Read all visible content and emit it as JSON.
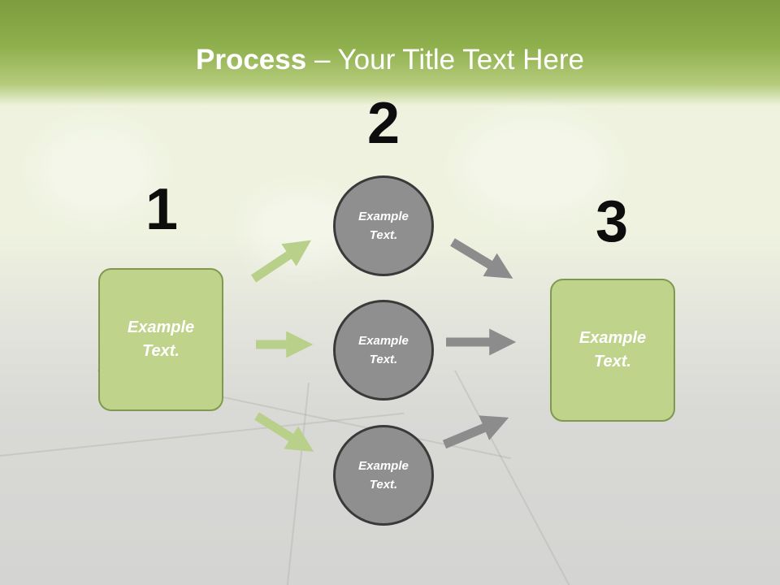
{
  "title": {
    "bold": "Process",
    "rest": " – Your Title Text Here"
  },
  "steps": [
    {
      "number": "1",
      "text": "Example Text."
    },
    {
      "number": "2",
      "circles": [
        "Example Text.",
        "Example Text.",
        "Example Text."
      ]
    },
    {
      "number": "3",
      "text": "Example Text."
    }
  ],
  "colors": {
    "green_box": "#bfd38b",
    "green_arrow": "#b8d08a",
    "gray_circle": "#8f8f8f",
    "gray_arrow": "#8c8c8c",
    "title_bar": "#8aa94a"
  }
}
